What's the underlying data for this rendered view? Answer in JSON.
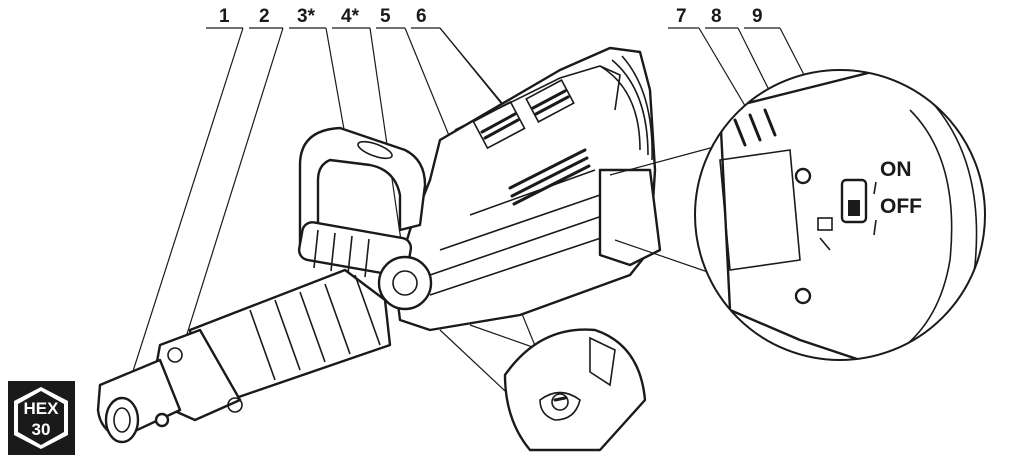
{
  "callouts": [
    {
      "label": "1"
    },
    {
      "label": "2"
    },
    {
      "label": "3*"
    },
    {
      "label": "4*"
    },
    {
      "label": "5"
    },
    {
      "label": "6"
    },
    {
      "label": "7"
    },
    {
      "label": "8"
    },
    {
      "label": "9"
    }
  ],
  "switch_labels": {
    "on": "ON",
    "off": "OFF"
  },
  "hex_badge": {
    "line1": "HEX",
    "line2": "30"
  },
  "colors": {
    "ink": "#1a1a1a",
    "paper": "#ffffff"
  }
}
